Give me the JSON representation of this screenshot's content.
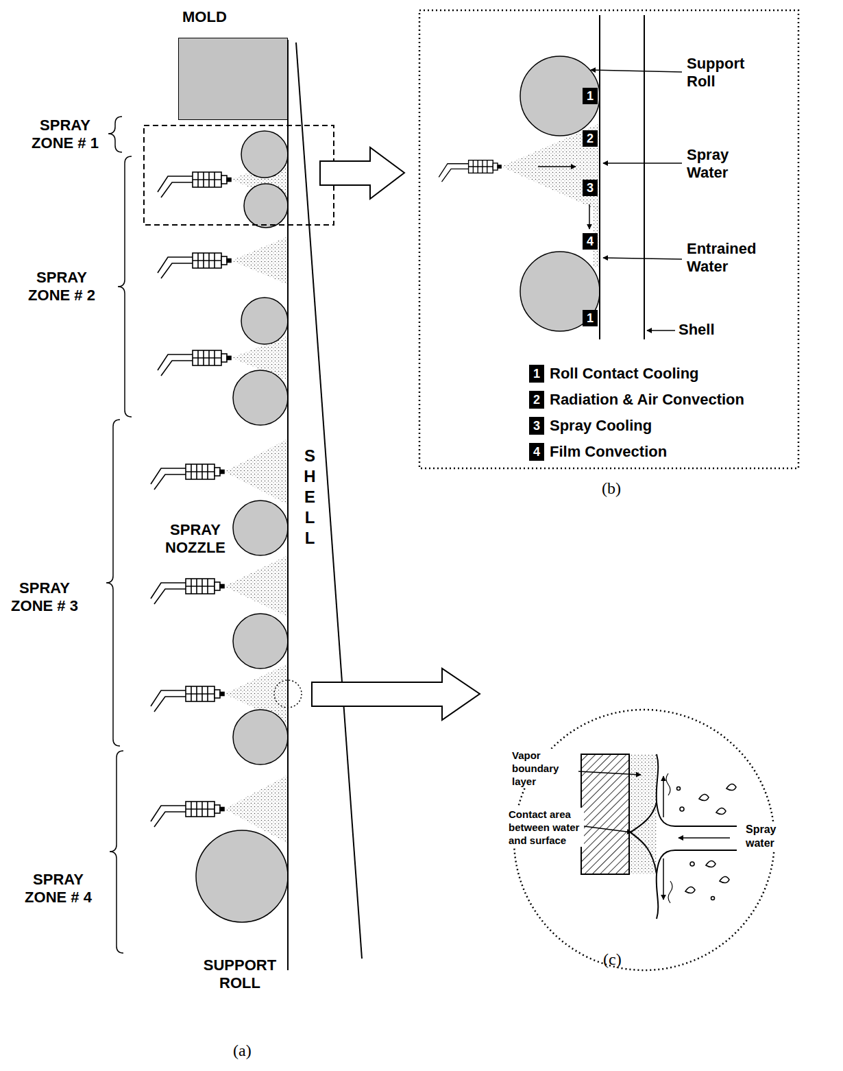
{
  "diagram": {
    "nodes": [
      {
        "text": [
          "MOLD"
        ]
      }
    ],
    "labels": [
      "SPRAY ZONE # 1",
      "SPRAY ZONE # 2",
      "SPRAY ZONE # 3",
      "SPRAY ZONE # 4",
      "SPRAY NOZZLE",
      "SHELL",
      "SUPPORT ROLL",
      "(a)",
      "Support Roll",
      "Spray Water",
      "Entrained Water",
      "Shell",
      "1",
      "2",
      "3",
      "4",
      "1",
      "1",
      "2",
      "3",
      "4",
      "(b)",
      "Vapor boundary layer",
      "Contact area between water and surface",
      "Spray water",
      "(c)"
    ],
    "legend": [
      {
        "text": "Roll Contact Cooling",
        "color": "#000000"
      },
      {
        "text": "Radiation & Air Convection",
        "color": "#000000"
      },
      {
        "text": "Spray Cooling",
        "color": "#000000"
      },
      {
        "text": "Film Convection",
        "color": "#000000"
      }
    ]
  }
}
